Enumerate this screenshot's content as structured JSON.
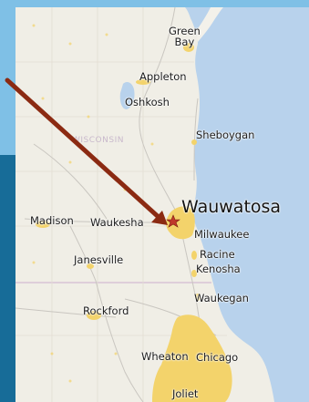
{
  "map": {
    "state_label": "WISCONSIN",
    "cities": {
      "green_bay": "Green\nBay",
      "appleton": "Appleton",
      "oshkosh": "Oshkosh",
      "sheboygan": "Sheboygan",
      "madison": "Madison",
      "waukesha": "Waukesha",
      "wauwatosa": "Wauwatosa",
      "milwaukee": "Milwaukee",
      "racine": "Racine",
      "kenosha": "Kenosha",
      "janesville": "Janesville",
      "rockford": "Rockford",
      "waukegan": "Waukegan",
      "wheaton": "Wheaton",
      "chicago": "Chicago",
      "joliet": "Joliet"
    },
    "colors": {
      "land": "#f3f1ea",
      "lake": "#b8d2ec",
      "urban": "#f3d36b",
      "arrow": "#8b2a12",
      "marker": "#c0392b"
    }
  }
}
